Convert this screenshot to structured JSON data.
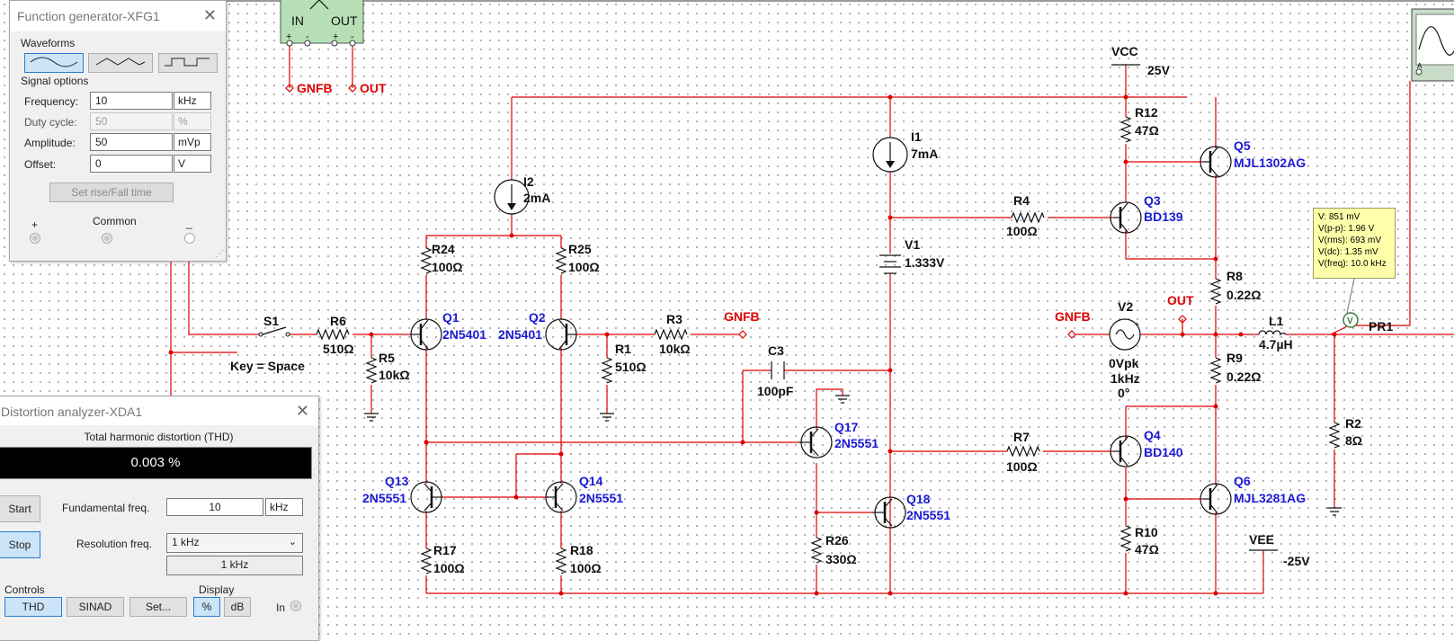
{
  "func_gen": {
    "title": "Function generator-XFG1",
    "waveforms_label": "Waveforms",
    "waveforms": [
      "sine",
      "triangle",
      "square"
    ],
    "selected_waveform": "sine",
    "signal_options_label": "Signal options",
    "frequency": {
      "label": "Frequency:",
      "value": "10",
      "unit": "kHz"
    },
    "duty_cycle": {
      "label": "Duty cycle:",
      "value": "50",
      "unit": "%"
    },
    "amplitude": {
      "label": "Amplitude:",
      "value": "50",
      "unit": "mVp"
    },
    "offset": {
      "label": "Offset:",
      "value": "0",
      "unit": "V"
    },
    "rise_fall_button": "Set rise/Fall time",
    "plus": "+",
    "common": "Common",
    "minus": "_"
  },
  "distortion": {
    "title": "Distortion analyzer-XDA1",
    "thd_label": "Total harmonic distortion (THD)",
    "thd_value": "0.003 %",
    "start": "Start",
    "stop": "Stop",
    "fund_label": "Fundamental freq.",
    "fund_value": "10",
    "fund_unit": "kHz",
    "res_label": "Resolution freq.",
    "res_value": "1 kHz",
    "res_readout": "1 kHz",
    "controls_label": "Controls",
    "thd_btn": "THD",
    "sinad_btn": "SINAD",
    "set_btn": "Set...",
    "display_label": "Display",
    "pct_btn": "%",
    "db_btn": "dB",
    "in_label": "In"
  },
  "probe": {
    "lines": [
      "V: 851 mV",
      "V(p-p): 1.96 V",
      "V(rms): 693 mV",
      "V(dc): 1.35 mV",
      "V(freq): 10.0 kHz"
    ],
    "name": "PR1"
  },
  "schematic": {
    "io": {
      "in": "IN",
      "out": "OUT",
      "gnfb": "GNFB",
      "out_tag": "OUT"
    },
    "components": {
      "I1": {
        "ref": "I1",
        "value": "7mA"
      },
      "I2": {
        "ref": "I2",
        "value": "2mA"
      },
      "V1": {
        "ref": "V1",
        "value": "1.333V"
      },
      "V2": {
        "ref": "V2",
        "value1": "0Vpk",
        "value2": "1kHz",
        "value3": "0°"
      },
      "VCC": {
        "ref": "VCC",
        "value": "25V"
      },
      "VEE": {
        "ref": "VEE",
        "value": "-25V"
      },
      "S1": {
        "ref": "S1",
        "key": "Key = Space"
      },
      "R1": {
        "ref": "R1",
        "value": "510Ω"
      },
      "R2": {
        "ref": "R2",
        "value": "8Ω"
      },
      "R3": {
        "ref": "R3",
        "value": "10kΩ"
      },
      "R4": {
        "ref": "R4",
        "value": "100Ω"
      },
      "R5": {
        "ref": "R5",
        "value": "10kΩ"
      },
      "R6": {
        "ref": "R6",
        "value": "510Ω"
      },
      "R7": {
        "ref": "R7",
        "value": "100Ω"
      },
      "R8": {
        "ref": "R8",
        "value": "0.22Ω"
      },
      "R9": {
        "ref": "R9",
        "value": "0.22Ω"
      },
      "R10": {
        "ref": "R10",
        "value": "47Ω"
      },
      "R12": {
        "ref": "R12",
        "value": "47Ω"
      },
      "R17": {
        "ref": "R17",
        "value": "100Ω"
      },
      "R18": {
        "ref": "R18",
        "value": "100Ω"
      },
      "R24": {
        "ref": "R24",
        "value": "100Ω"
      },
      "R25": {
        "ref": "R25",
        "value": "100Ω"
      },
      "R26": {
        "ref": "R26",
        "value": "330Ω"
      },
      "C3": {
        "ref": "C3",
        "value": "100pF"
      },
      "L1": {
        "ref": "L1",
        "value": "4.7µH"
      },
      "Q1": {
        "ref": "Q1",
        "part": "2N5401"
      },
      "Q2": {
        "ref": "Q2",
        "part": "2N5401"
      },
      "Q3": {
        "ref": "Q3",
        "part": "BD139"
      },
      "Q4": {
        "ref": "Q4",
        "part": "BD140"
      },
      "Q5": {
        "ref": "Q5",
        "part": "MJL1302AG"
      },
      "Q6": {
        "ref": "Q6",
        "part": "MJL3281AG"
      },
      "Q13": {
        "ref": "Q13",
        "part": "2N5551"
      },
      "Q14": {
        "ref": "Q14",
        "part": "2N5551"
      },
      "Q17": {
        "ref": "Q17",
        "part": "2N5551"
      },
      "Q18": {
        "ref": "Q18",
        "part": "2N5551"
      }
    }
  }
}
